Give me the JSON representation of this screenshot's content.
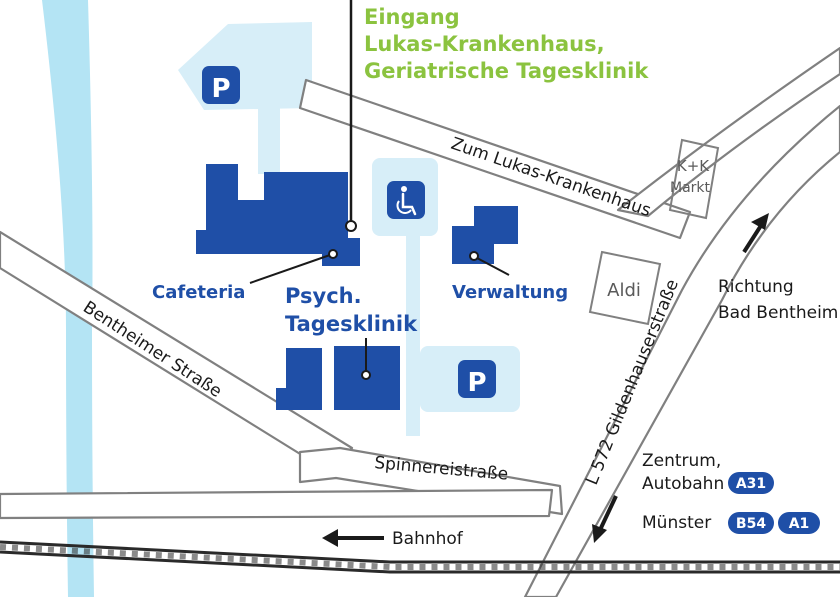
{
  "entrance": {
    "line1": "Eingang",
    "line2": "Lukas-Krankenhaus,",
    "line3": "Geriatrische Tagesklinik"
  },
  "buildings": {
    "cafeteria": "Cafeteria",
    "psych_line1": "Psych.",
    "psych_line2": "Tagesklinik",
    "verwaltung": "Verwaltung"
  },
  "parking": {
    "north": "P",
    "south": "P"
  },
  "shops": {
    "kk_line1": "K+K",
    "kk_line2": "Markt",
    "aldi": "Aldi"
  },
  "streets": {
    "zum_lukas": "Zum Lukas-Krankenhaus",
    "bentheimer": "Bentheimer Straße",
    "spinnerei": "Spinnereistraße",
    "gildenhauser": "L 572 Gildenhauserstraße"
  },
  "directions": {
    "bentheim_line1": "Richtung",
    "bentheim_line2": "Bad Bentheim",
    "bahnhof": "Bahnhof",
    "zentrum_line1": "Zentrum,",
    "zentrum_line2": "Autobahn",
    "muenster": "Münster"
  },
  "badges": {
    "a31": "A31",
    "b54": "B54",
    "a1": "A1"
  },
  "colors": {
    "building": "#1f4fa7",
    "light_area": "#d7eef8",
    "river": "#b4e4f4",
    "entrance_text": "#8bc33f",
    "road_outline": "#808080"
  },
  "icons": [
    "parking-icon",
    "wheelchair-icon",
    "arrow-up-icon",
    "arrow-left-icon",
    "arrow-down-icon"
  ]
}
